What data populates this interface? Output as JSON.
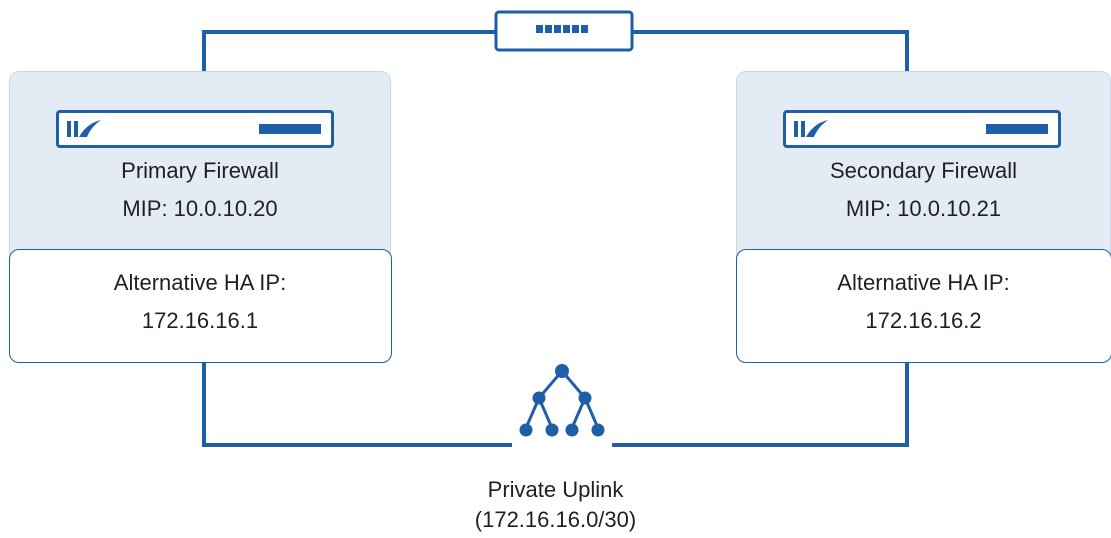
{
  "diagram": {
    "colors": {
      "link": "#1e5fa8",
      "box_fill": "#e3ecf5",
      "text": "#231f20"
    },
    "switch": {
      "icon": "switch-icon"
    },
    "primary": {
      "title": "Primary Firewall",
      "mip": "MIP: 10.0.10.20",
      "alt_label": "Alternative HA IP:",
      "alt_ip": "172.16.16.1",
      "icon": "firewall-appliance-icon"
    },
    "secondary": {
      "title": "Secondary Firewall",
      "mip": "MIP: 10.0.10.21",
      "alt_label": "Alternative HA IP:",
      "alt_ip": "172.16.16.2",
      "icon": "firewall-appliance-icon"
    },
    "uplink": {
      "name": "Private Uplink",
      "subnet": "(172.16.16.0/30)",
      "icon": "network-tree-icon"
    }
  }
}
